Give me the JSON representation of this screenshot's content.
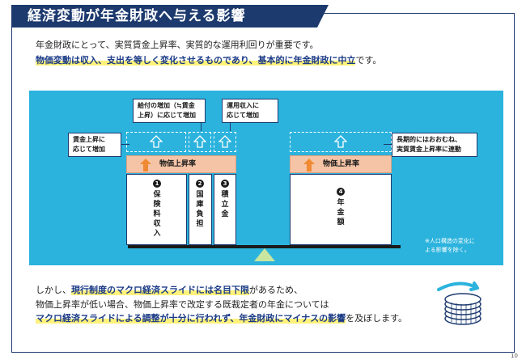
{
  "title": "経済変動が年金財政へ与える影響",
  "intro": {
    "line1": "年金財政にとって、実質賃金上昇率、実質的な運用利回りが重要です。",
    "line2_highlight": "物価変動は収入、支出を等しく変化させるものであり、基本的に年金財政に中立",
    "line2_tail": "です。"
  },
  "diagram": {
    "callout_wage": "賃金上昇に\n応じて増加",
    "callout_benefit": "給付の増加（≒賃金\n上昇）に応じて増加",
    "callout_fund": "運用収入に\n応じて増加",
    "callout_pension": "長期的にはおおむね、\n実質賃金上昇率に連動",
    "price_band_left": "物価上昇率",
    "price_band_right": "物価上昇率",
    "col1_num": "1",
    "col1_label": "保険料収入",
    "col2_num": "2",
    "col2_label": "国庫負担",
    "col3_num": "3",
    "col3_label": "積立金",
    "col4_num": "4",
    "col4_label": "年金額",
    "note": "※人口構造の変化に\nよる影響を除く。"
  },
  "bottom": {
    "l1_pre": "しかし、",
    "l1_hl": "現行制度のマクロ経済スライドには名目下限",
    "l1_post": "があるため、",
    "l2": "物価上昇率が低い場合、物価上昇率で改定する既裁定者の年金については",
    "l3_hl": "マクロ経済スライドによる調整が十分に行われず、年金財政にマイナスの影響",
    "l3_post": "を及ぼします。"
  },
  "page_number": "10",
  "colors": {
    "navy": "#1c3a6e",
    "diagram_bg": "#2bb3dd",
    "price_band": "#f5c4a6",
    "arrow_orange": "#f08a32",
    "highlight": "#fff27a",
    "fulcrum": "#c8e6a0"
  },
  "icons": [
    "up-arrow-icon",
    "coin-stack-icon"
  ]
}
